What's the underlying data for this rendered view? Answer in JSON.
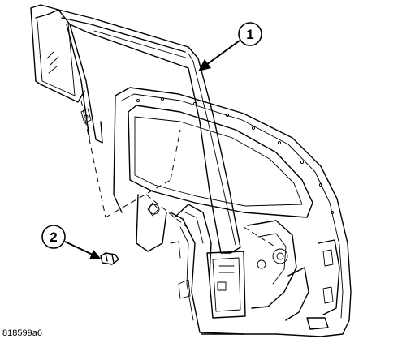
{
  "callouts": [
    {
      "label": "1"
    },
    {
      "label": "2"
    }
  ],
  "figure_id": "818599a6",
  "colors": {
    "line": "#000000",
    "background": "#ffffff"
  }
}
